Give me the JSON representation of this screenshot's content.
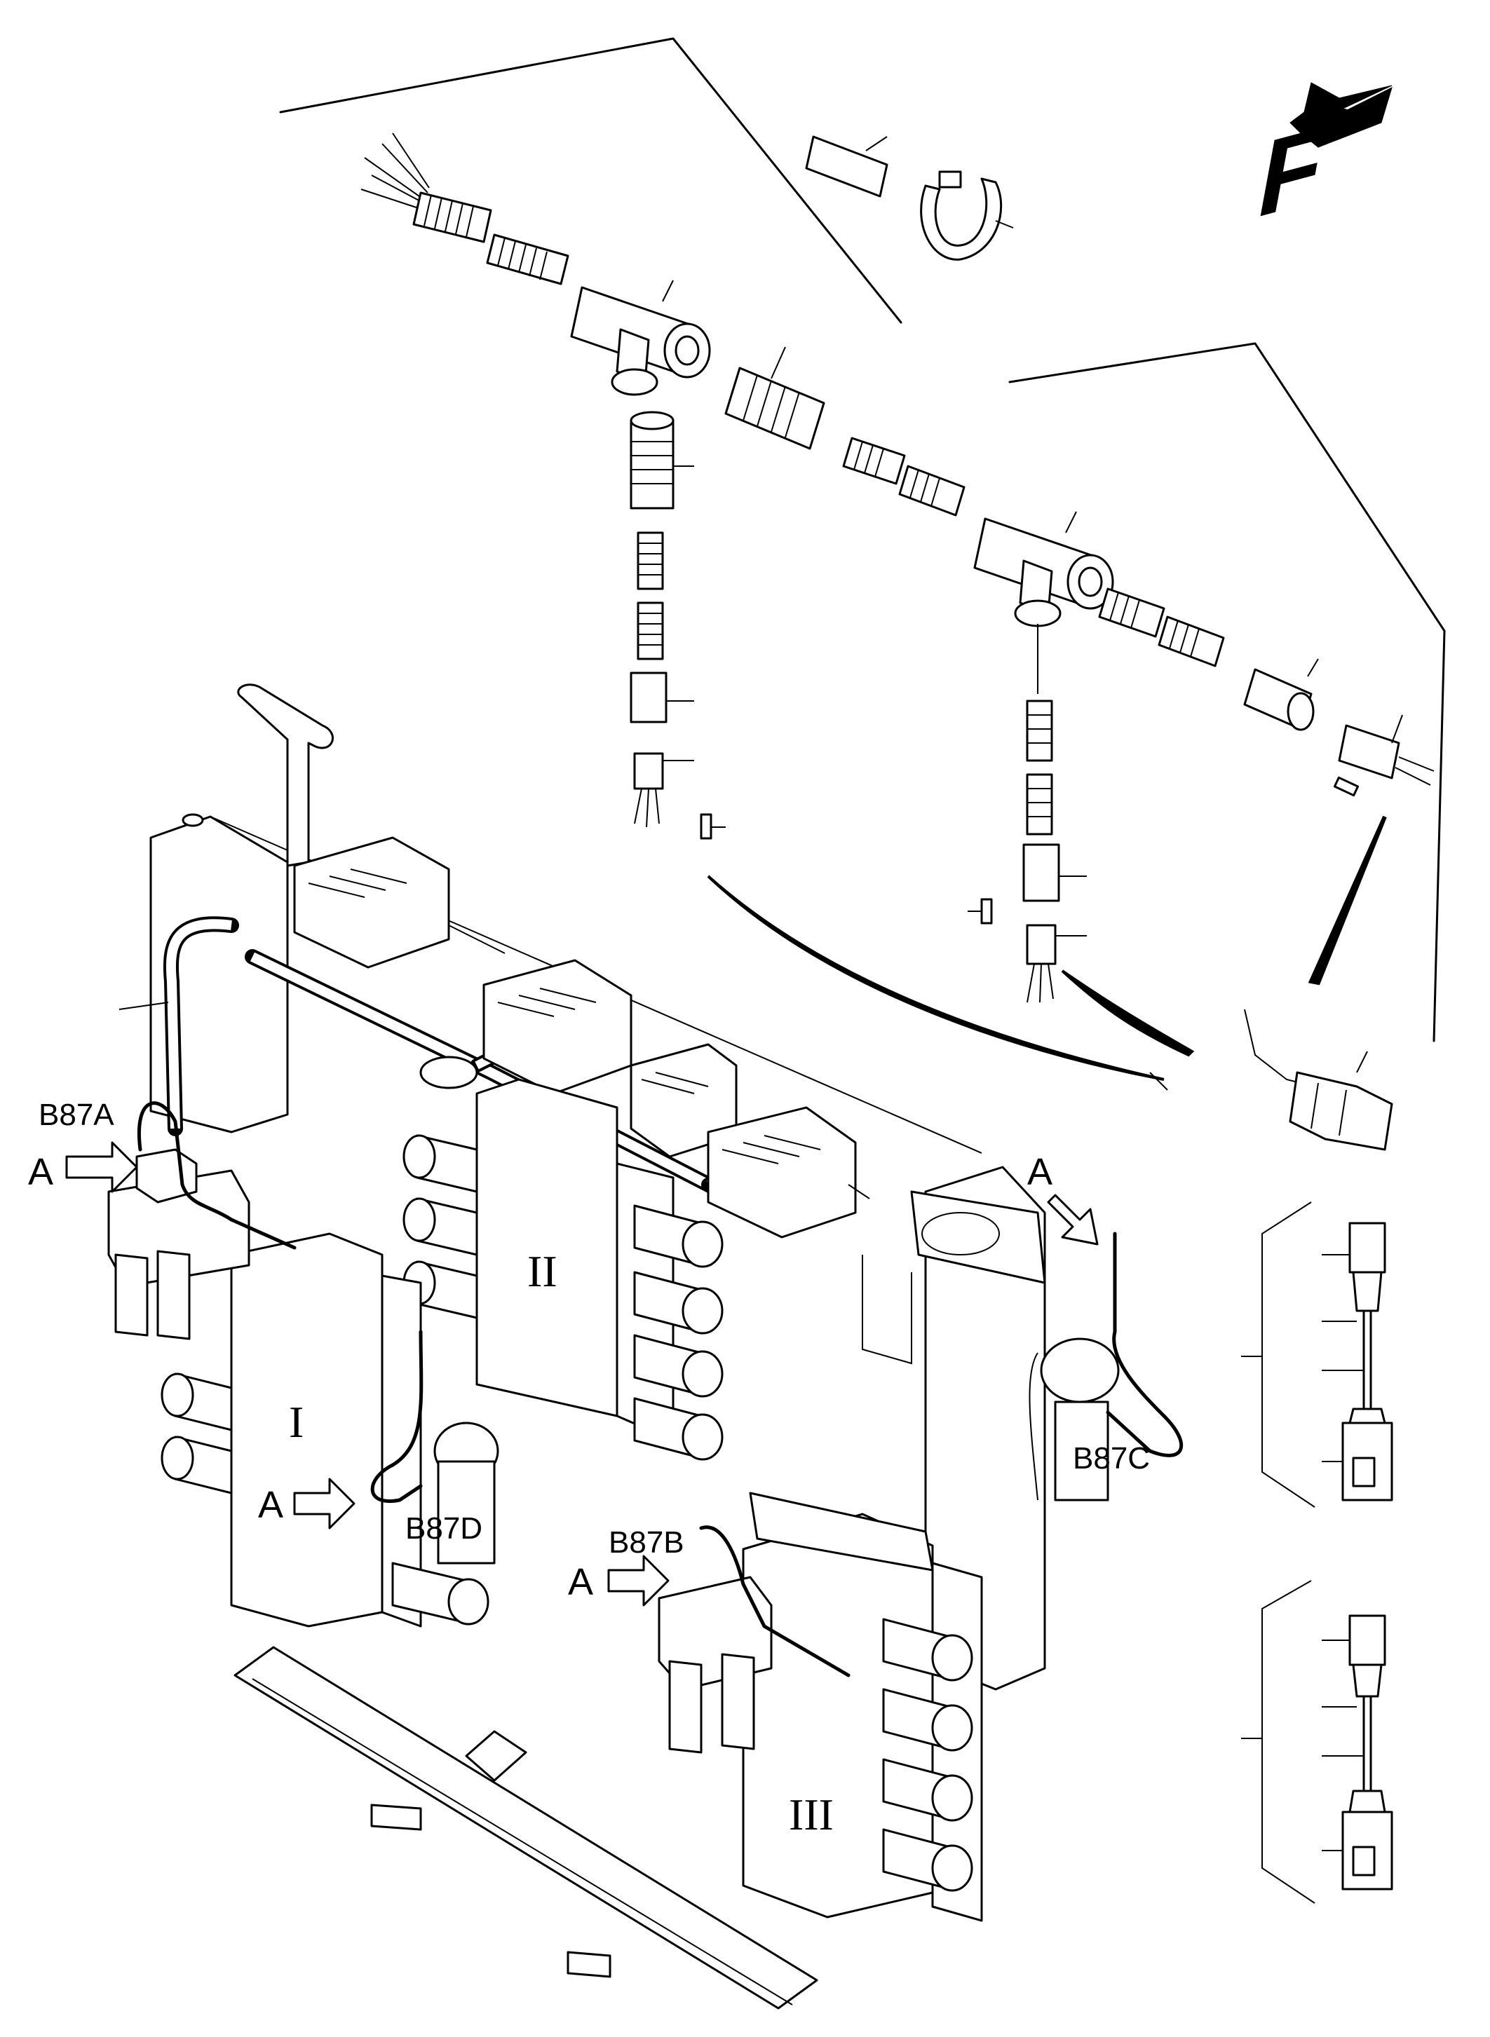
{
  "direction_indicator": {
    "label": "F"
  },
  "view_labels": {
    "view_a": "A"
  },
  "sensors": [
    {
      "id": "B87A"
    },
    {
      "id": "B87B"
    },
    {
      "id": "B87C"
    },
    {
      "id": "B87D"
    }
  ],
  "valve_groups": [
    {
      "id": "I"
    },
    {
      "id": "II"
    },
    {
      "id": "III"
    }
  ]
}
